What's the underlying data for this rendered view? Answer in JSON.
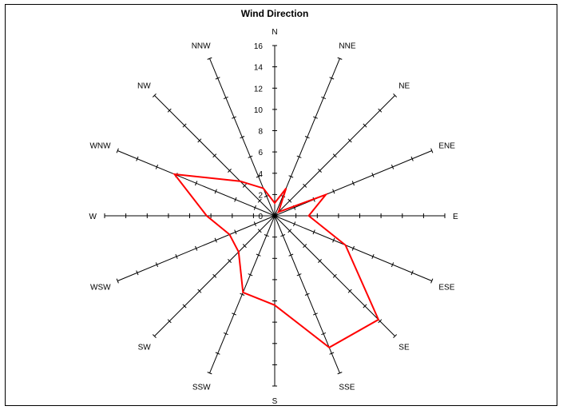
{
  "chart_data": {
    "type": "radar",
    "title": "Wind Direction",
    "directions": [
      "N",
      "NNE",
      "NE",
      "ENE",
      "E",
      "ESE",
      "SE",
      "SSE",
      "S",
      "SSW",
      "SW",
      "WSW",
      "W",
      "WNW",
      "NW",
      "NNW"
    ],
    "series": [
      {
        "values": [
          1.2,
          2.8,
          0.5,
          5.2,
          3.2,
          7.2,
          13.8,
          13.4,
          8.4,
          7.8,
          4.8,
          4.6,
          6.4,
          10.2,
          4.6,
          2.8
        ]
      }
    ],
    "r_ticks": [
      "0",
      "2",
      "4",
      "6",
      "8",
      "10",
      "12",
      "14",
      "16"
    ],
    "r_max": 16,
    "grid": false,
    "series_color": "#ff0000"
  }
}
